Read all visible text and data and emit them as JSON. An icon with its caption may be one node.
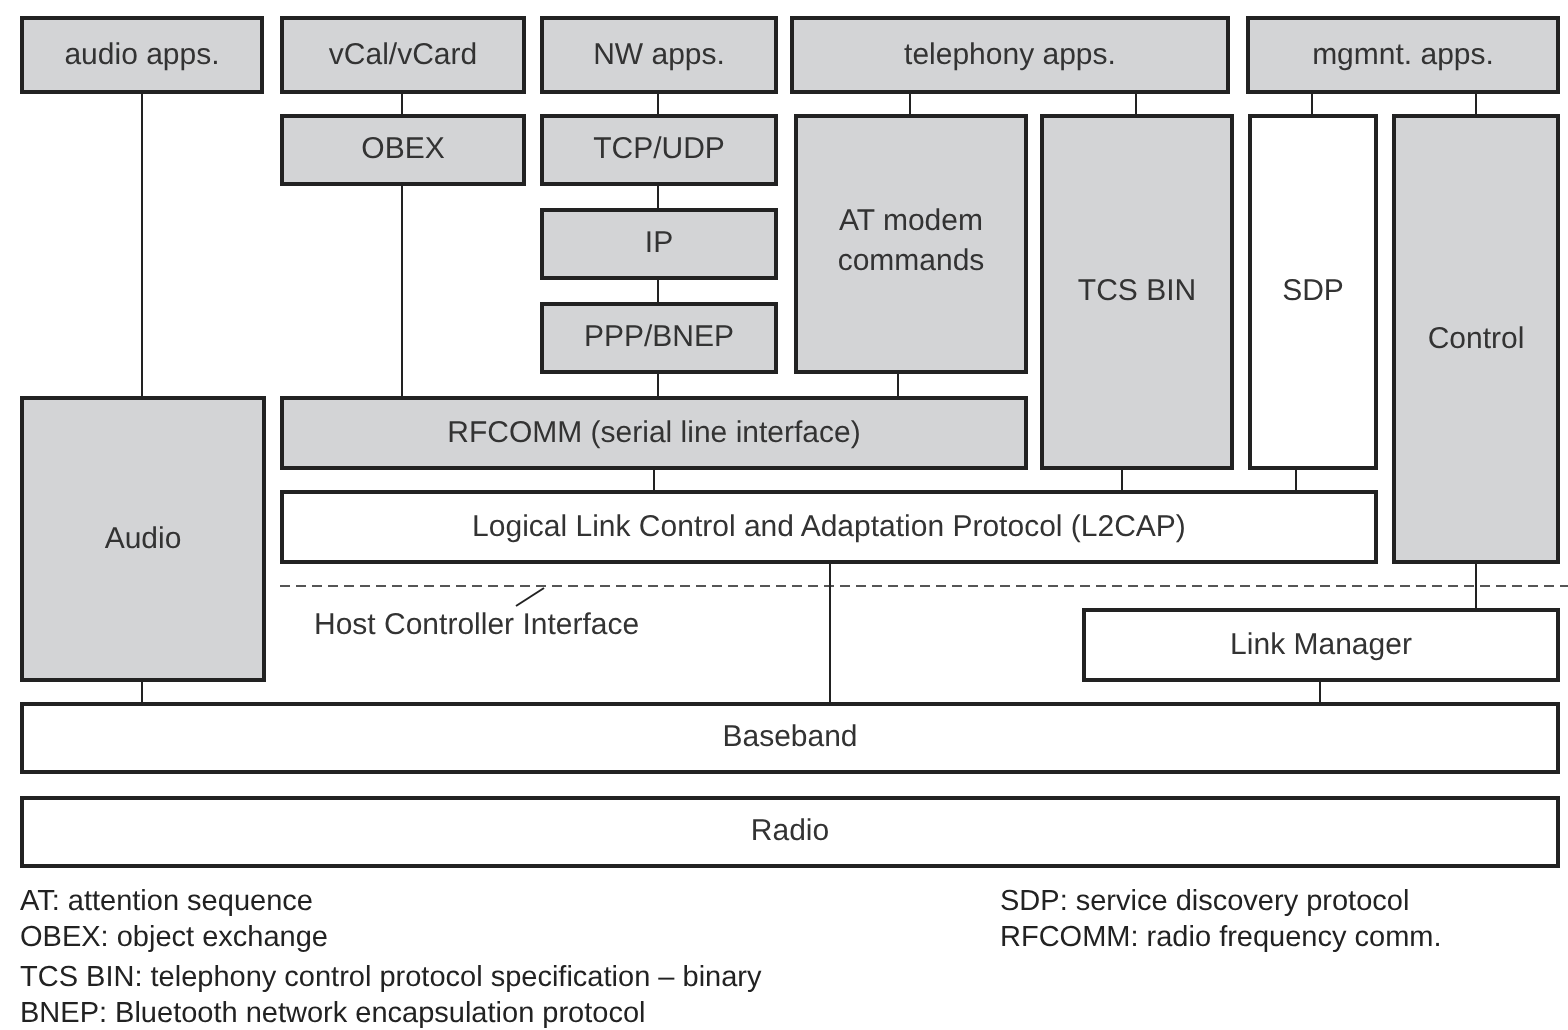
{
  "diagram": {
    "nodes": [
      {
        "text": [
          "audio apps."
        ]
      },
      {
        "text": [
          "vCal/vCard"
        ]
      },
      {
        "text": [
          "NW apps."
        ]
      },
      {
        "text": [
          "telephony apps."
        ]
      },
      {
        "text": [
          "mgmnt. apps."
        ]
      },
      {
        "text": [
          "OBEX"
        ]
      },
      {
        "text": [
          "TCP/UDP"
        ]
      },
      {
        "text": [
          "AT modem commands"
        ]
      },
      {
        "text": [
          "TCS BIN"
        ]
      },
      {
        "text": [
          "SDP"
        ]
      },
      {
        "text": [
          "Control"
        ]
      },
      {
        "text": [
          "IP"
        ]
      },
      {
        "text": [
          "PPP/BNEP"
        ]
      },
      {
        "text": [
          "Audio"
        ]
      },
      {
        "text": [
          "RFCOMM (serial line interface)"
        ]
      },
      {
        "text": [
          "Logical Link Control and Adaptation Protocol (L2CAP)"
        ]
      },
      {
        "text": [
          "Host Controller Interface"
        ]
      },
      {
        "text": [
          "Link Manager"
        ]
      },
      {
        "text": [
          "Baseband"
        ]
      },
      {
        "text": [
          "Radio"
        ]
      }
    ],
    "edges": [
      {
        "from": 0,
        "to": 13,
        "arrow": "none"
      },
      {
        "from": 1,
        "to": 5,
        "arrow": "none"
      },
      {
        "from": 2,
        "to": 6,
        "arrow": "none"
      },
      {
        "from": 3,
        "to": 7,
        "arrow": "none"
      },
      {
        "from": 3,
        "to": 8,
        "arrow": "none"
      },
      {
        "from": 4,
        "to": 9,
        "arrow": "none"
      },
      {
        "from": 4,
        "to": 10,
        "arrow": "none"
      },
      {
        "from": 5,
        "to": 14,
        "arrow": "none"
      },
      {
        "from": 6,
        "to": 11,
        "arrow": "none"
      },
      {
        "from": 11,
        "to": 12,
        "arrow": "none"
      },
      {
        "from": 12,
        "to": 14,
        "arrow": "none"
      },
      {
        "from": 7,
        "to": 14,
        "arrow": "none"
      },
      {
        "from": 14,
        "to": 15,
        "arrow": "none"
      },
      {
        "from": 8,
        "to": 15,
        "arrow": "none"
      },
      {
        "from": 9,
        "to": 15,
        "arrow": "none"
      },
      {
        "from": 10,
        "to": 17,
        "arrow": "none"
      },
      {
        "from": 16,
        "to": null,
        "arrow": "none"
      },
      {
        "from": 15,
        "to": 18,
        "arrow": "none"
      },
      {
        "from": 13,
        "to": 18,
        "arrow": "none"
      },
      {
        "from": 17,
        "to": 18,
        "arrow": "none"
      }
    ],
    "labels": [
      "AT: attention sequence",
      "SDP: service discovery protocol",
      "OBEX: object exchange",
      "RFCOMM: radio frequency comm.",
      "TCS BIN: telephony control protocol specification – binary",
      "BNEP: Bluetooth network encapsulation protocol"
    ]
  }
}
